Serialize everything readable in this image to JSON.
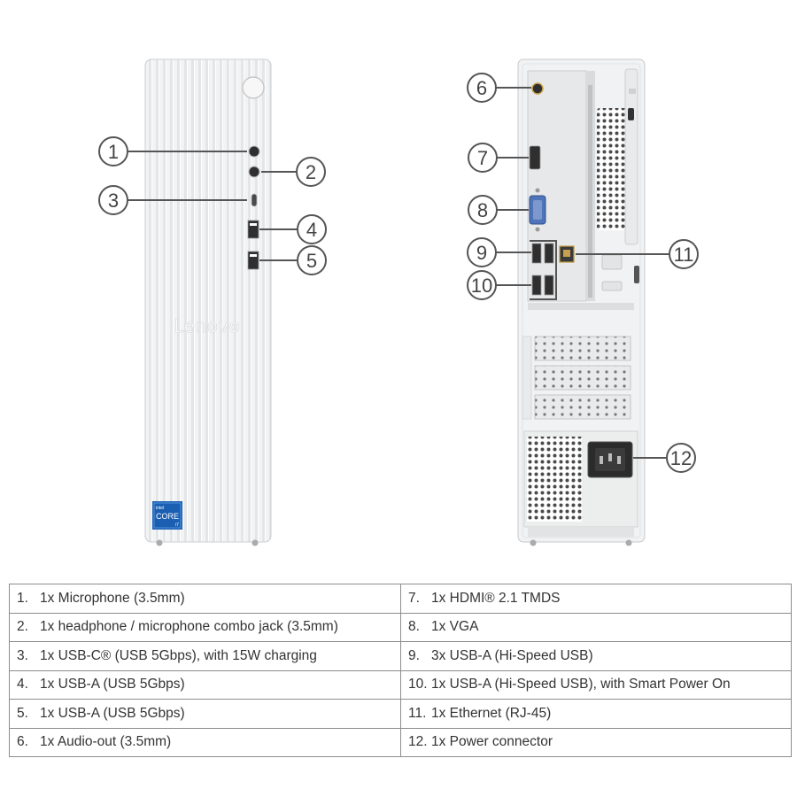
{
  "front": {
    "brand": "Lenovo",
    "badge_small": "intel",
    "badge_core": "CORE",
    "badge_tier": "i7"
  },
  "callouts": [
    "1",
    "2",
    "3",
    "4",
    "5",
    "6",
    "7",
    "8",
    "9",
    "10",
    "11",
    "12"
  ],
  "specs": {
    "left": [
      {
        "num": "1.",
        "text": "1x Microphone (3.5mm)"
      },
      {
        "num": "2.",
        "text": "1x headphone / microphone combo jack (3.5mm)"
      },
      {
        "num": "3.",
        "text": "1x USB-C® (USB 5Gbps), with 15W charging"
      },
      {
        "num": "4.",
        "text": "1x USB-A (USB 5Gbps)"
      },
      {
        "num": "5.",
        "text": "1x USB-A (USB 5Gbps)"
      },
      {
        "num": "6.",
        "text": "1x Audio-out (3.5mm)"
      }
    ],
    "right": [
      {
        "num": "7.",
        "text": "1x HDMI® 2.1 TMDS"
      },
      {
        "num": "8.",
        "text": "1x VGA"
      },
      {
        "num": "9.",
        "text": "3x USB-A (Hi-Speed USB)"
      },
      {
        "num": "10.",
        "text": "1x USB-A (Hi-Speed USB), with Smart Power On"
      },
      {
        "num": "11.",
        "text": "1x Ethernet (RJ-45)"
      },
      {
        "num": "12.",
        "text": "1x Power connector"
      }
    ]
  }
}
